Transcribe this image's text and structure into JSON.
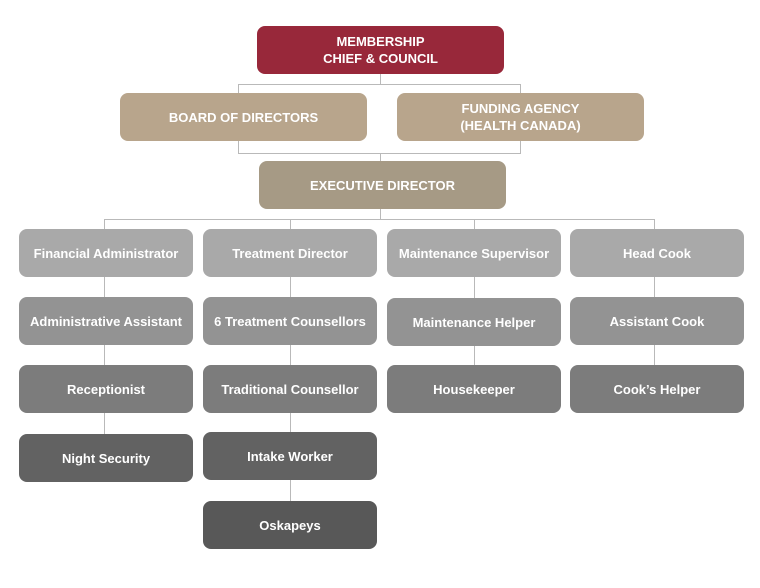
{
  "org_chart": {
    "membership": "MEMBERSHIP\nCHIEF & COUNCIL",
    "board": "BOARD OF DIRECTORS",
    "funding": "FUNDING AGENCY\n(HEALTH CANADA)",
    "executive": "EXECUTIVE DIRECTOR",
    "finance": {
      "head": "Financial Administrator",
      "staff": [
        "Administrative Assistant",
        "Receptionist",
        "Night Security"
      ]
    },
    "treatment": {
      "head": "Treatment Director",
      "staff": [
        "6 Treatment Counsellors",
        "Traditional Counsellor",
        "Intake Worker",
        "Oskapeys"
      ]
    },
    "maintenance": {
      "head": "Maintenance Supervisor",
      "staff": [
        "Maintenance Helper",
        "Housekeeper"
      ]
    },
    "kitchen": {
      "head": "Head Cook",
      "staff": [
        "Assistant Cook",
        "Cook’s Helper"
      ]
    }
  }
}
